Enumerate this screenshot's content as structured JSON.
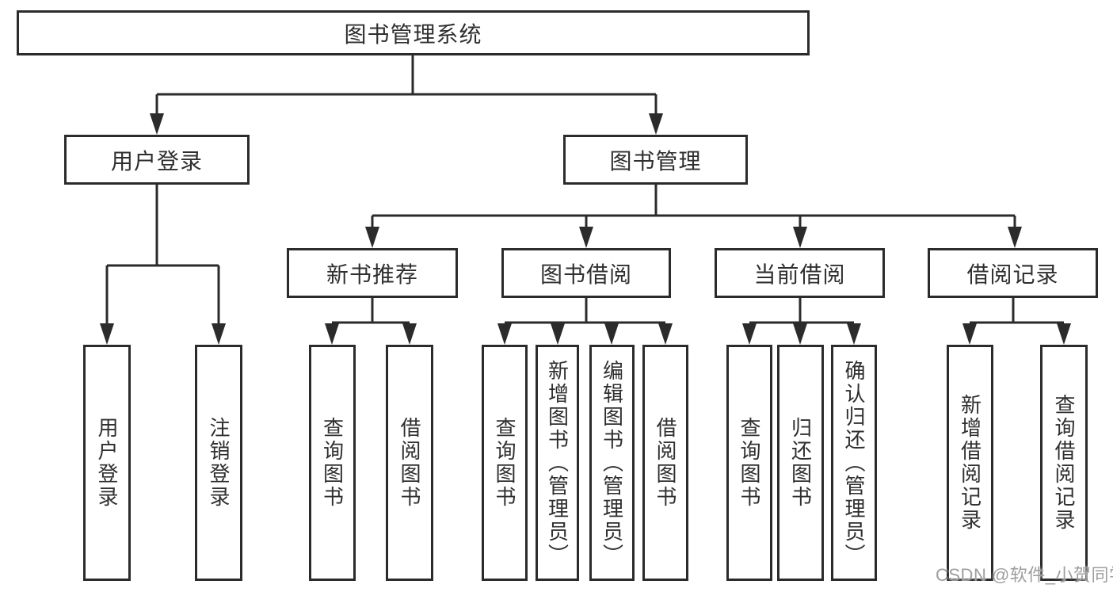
{
  "diagram": {
    "root": {
      "label": "图书管理系统"
    },
    "branches": [
      {
        "label": "用户登录",
        "leaves": [
          "用户登录",
          "注销登录"
        ]
      },
      {
        "label": "图书管理",
        "sections": [
          {
            "label": "新书推荐",
            "leaves": [
              "查询图书",
              "借阅图书"
            ]
          },
          {
            "label": "图书借阅",
            "leaves": [
              "查询图书",
              "新增图书（管理员）",
              "编辑图书（管理员）",
              "借阅图书"
            ]
          },
          {
            "label": "当前借阅",
            "leaves": [
              "查询图书",
              "归还图书",
              "确认归还（管理员）"
            ]
          },
          {
            "label": "借阅记录",
            "leaves": [
              "新增借阅记录",
              "查询借阅记录"
            ]
          }
        ]
      }
    ]
  },
  "watermark": {
    "text": "CSDN @软件_小贺同学"
  },
  "colors": {
    "line": "#2b2b2b",
    "border": "#2b2b2b",
    "text": "#2f2f2f",
    "background": "#ffffff",
    "watermark": "#9e9e9e"
  }
}
